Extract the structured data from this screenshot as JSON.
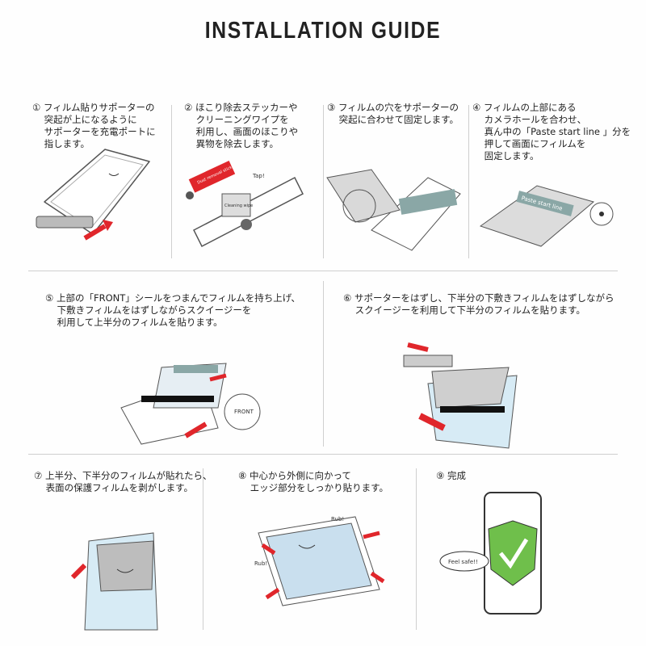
{
  "title": "INSTALLATION GUIDE",
  "steps": [
    {
      "text": "① フィルム貼りサポーターの\n    突起が上になるように\n    サポーターを充電ポートに\n    指します。"
    },
    {
      "text": "② ほこり除去ステッカーや\n    クリーニングワイプを\n    利用し、画面のほこりや\n    異物を除去します。"
    },
    {
      "text": "③ フィルムの穴をサポーターの\n    突起に合わせて固定します。"
    },
    {
      "text": "④ フィルムの上部にある\n    カメラホールを合わせ、\n    真ん中の「Paste start line 」分を\n    押して画面にフィルムを\n    固定します。"
    },
    {
      "text": "⑤ 上部の「FRONT」シールをつまんでフィルムを持ち上げ、\n    下敷きフィルムをはずしながらスクイージーを\n    利用して上半分のフィルムを貼ります。"
    },
    {
      "text": "⑥ サポーターをはずし、下半分の下敷きフィルムをはずしながら\n    スクイージーを利用して下半分のフィルムを貼ります。"
    },
    {
      "text": "⑦ 上半分、下半分のフィルムが貼れたら、\n    表面の保護フィルムを剥がします。"
    },
    {
      "text": "⑧ 中心から外側に向かって\n    エッジ部分をしっかり貼ります。"
    },
    {
      "text": "⑨ 完成"
    }
  ],
  "illustration_labels": {
    "tap": "Tap!",
    "dust": "Dust removal sticker",
    "wipe": "Cleaning wipe",
    "paste": "Paste start line",
    "front": "FRONT",
    "rub": "Rub!",
    "feel_safe": "Feel safe!!"
  },
  "colors": {
    "arrow": "#e0262b",
    "film": "#c9dfee",
    "tab": "#8aa7a6",
    "shield": "#6fbf4b",
    "gray": "#9a9a9a"
  }
}
